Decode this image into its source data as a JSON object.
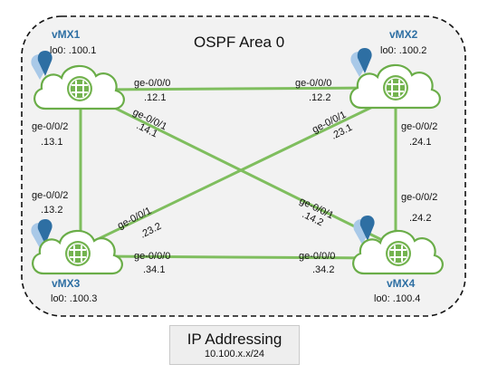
{
  "area": {
    "title": "OSPF Area 0"
  },
  "routers": [
    {
      "id": "vmx1",
      "name": "vMX1",
      "lo": "lo0: .100.1"
    },
    {
      "id": "vmx2",
      "name": "vMX2",
      "lo": "lo0: .100.2"
    },
    {
      "id": "vmx3",
      "name": "vMX3",
      "lo": "lo0: .100.3"
    },
    {
      "id": "vmx4",
      "name": "vMX4",
      "lo": "lo0: .100.4"
    }
  ],
  "links": [
    {
      "id": "1-2",
      "a_if": "ge-0/0/0",
      "a_ip": ".12.1",
      "b_if": "ge-0/0/0",
      "b_ip": ".12.2"
    },
    {
      "id": "1-3",
      "a_if": "ge-0/0/2",
      "a_ip": ".13.1",
      "b_if": "ge-0/0/2",
      "b_ip": ".13.2"
    },
    {
      "id": "1-4",
      "a_if": "ge-0/0/1",
      "a_ip": ".14.1",
      "b_if": "ge-0/0/1",
      "b_ip": ".14.2"
    },
    {
      "id": "2-3",
      "a_if": "ge-0/0/1",
      "a_ip": ".23.1",
      "b_if": "ge-0/0/1",
      "b_ip": ".23.2"
    },
    {
      "id": "2-4",
      "a_if": "ge-0/0/2",
      "a_ip": ".24.1",
      "b_if": "ge-0/0/2",
      "b_ip": ".24.2"
    },
    {
      "id": "3-4",
      "a_if": "ge-0/0/0",
      "a_ip": ".34.1",
      "b_if": "ge-0/0/0",
      "b_ip": ".34.2"
    }
  ],
  "addressing": {
    "title": "IP Addressing",
    "subnet": "10.100.x.x/24"
  },
  "colors": {
    "link": "#7fbe5e",
    "cloud_fill": "#ffffff",
    "cloud_stroke": "#6aad48",
    "router": "#73b34f",
    "name": "#2e6fa3",
    "area_fill": "#f2f2f2",
    "pin_light": "#a9c9e8",
    "pin_dark": "#2e6fa3"
  }
}
